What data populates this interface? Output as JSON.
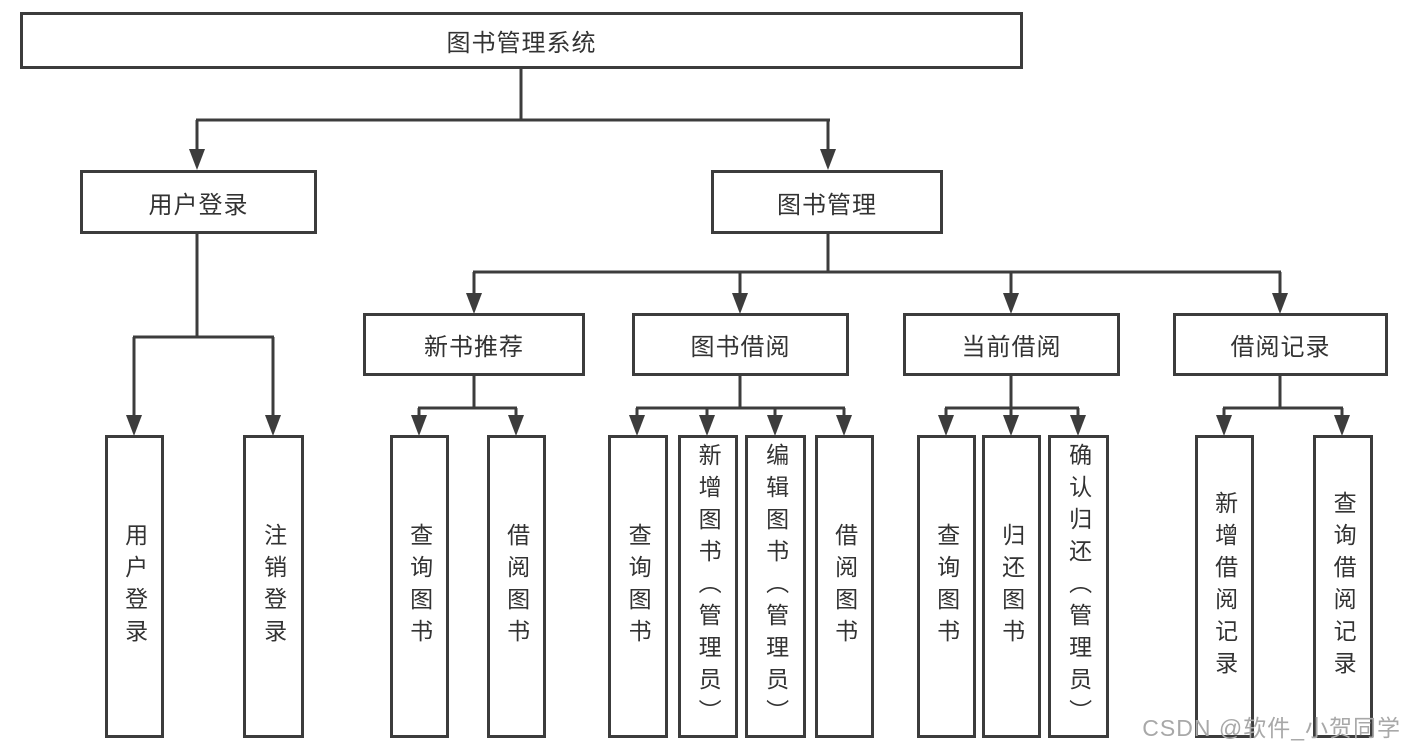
{
  "colors": {
    "line": "#3c3c3c",
    "text": "#333333",
    "background": "#ffffff",
    "watermark": "#a8a8a8"
  },
  "watermark": {
    "text": "CSDN @软件_小贺同学"
  },
  "tree": {
    "root": {
      "label": "图书管理系统"
    },
    "branches": [
      {
        "label": "用户登录",
        "children": [
          {
            "label": "用户登录"
          },
          {
            "label": "注销登录"
          }
        ]
      },
      {
        "label": "图书管理",
        "children": [
          {
            "label": "新书推荐",
            "children": [
              {
                "label": "查询图书"
              },
              {
                "label": "借阅图书"
              }
            ]
          },
          {
            "label": "图书借阅",
            "children": [
              {
                "label": "查询图书"
              },
              {
                "label": "新增图书（管理员）"
              },
              {
                "label": "编辑图书（管理员）"
              },
              {
                "label": "借阅图书"
              }
            ]
          },
          {
            "label": "当前借阅",
            "children": [
              {
                "label": "查询图书"
              },
              {
                "label": "归还图书"
              },
              {
                "label": "确认归还（管理员）"
              }
            ]
          },
          {
            "label": "借阅记录",
            "children": [
              {
                "label": "新增借阅记录"
              },
              {
                "label": "查询借阅记录"
              }
            ]
          }
        ]
      }
    ]
  }
}
